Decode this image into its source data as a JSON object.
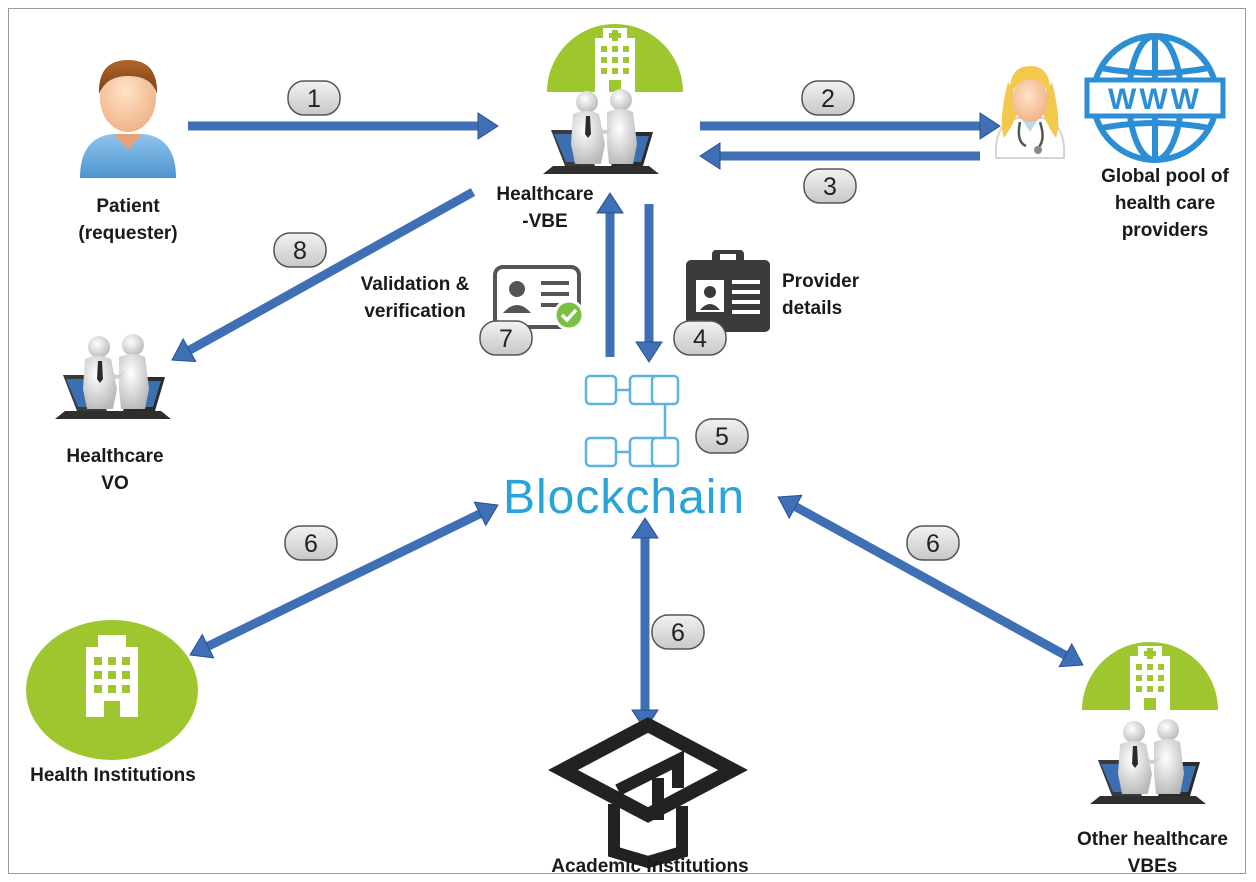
{
  "colors": {
    "arrow": "#3f6fb5",
    "arrow_edge": "#2a5190",
    "building_green": "#9dc62f",
    "blockchain_blue": "#2aa3d8",
    "badge_fill": "#d9d9d9",
    "badge_stroke": "#555555"
  },
  "nodes": {
    "patient": {
      "label": "Patient\n(requester)",
      "icon": "patient-icon"
    },
    "healthcare_vbe": {
      "label": "Healthcare\n-VBE",
      "icon": "building-handshake-icon"
    },
    "global_pool": {
      "label": "Global pool of\nhealth care\nproviders",
      "icon": "doctor-www-icon"
    },
    "healthcare_vo": {
      "label": "Healthcare\nVO",
      "icon": "handshake-laptop-icon"
    },
    "blockchain": {
      "label": "Blockchain",
      "icon": "blockchain-icon"
    },
    "health_institutions": {
      "label": "Health Institutions",
      "icon": "hospital-building-icon"
    },
    "academic_institutions": {
      "label": "Academic Institutions",
      "icon": "graduation-cap-icon"
    },
    "other_vbes": {
      "label": "Other healthcare\nVBEs",
      "icon": "building-handshake-icon"
    },
    "validation": {
      "label": "Validation &\nverification",
      "icon": "id-card-check-icon"
    },
    "provider_details": {
      "label": "Provider\ndetails",
      "icon": "clipboard-id-icon"
    }
  },
  "steps": [
    "1",
    "2",
    "3",
    "4",
    "5",
    "6",
    "6",
    "6",
    "6",
    "7",
    "8"
  ]
}
